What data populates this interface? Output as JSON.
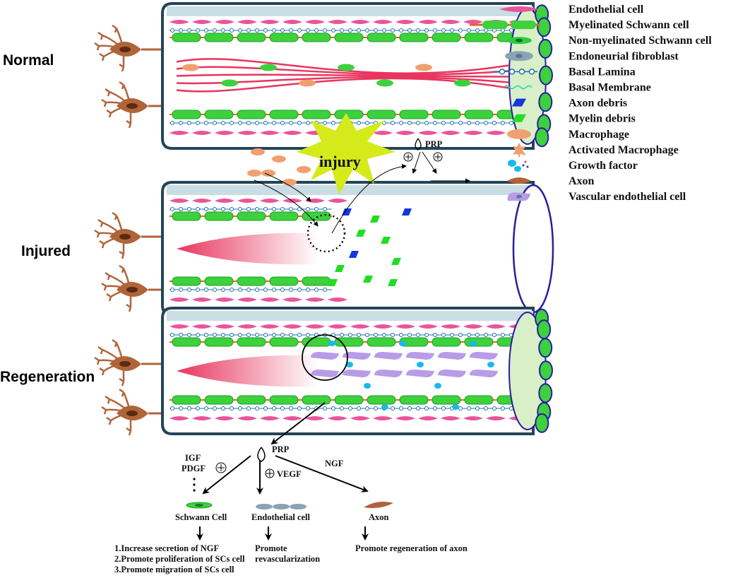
{
  "stages": {
    "normal": "Normal",
    "injured": "Injured",
    "regeneration": "Regeneration"
  },
  "injury_label": "injury",
  "prp_label": "PRP",
  "legend": [
    {
      "label": "Endothelial cell",
      "icon": "endothelial-cell-icon",
      "color": "#e9559a"
    },
    {
      "label": "Myelinated Schwann cell",
      "icon": "myelinated-schwann-cell-icon",
      "color": "#3dd13d"
    },
    {
      "label": "Non-myelinated Schwann cell",
      "icon": "non-myelinated-schwann-cell-icon",
      "color": "#2ecc40"
    },
    {
      "label": "Endoneurial fibroblast",
      "icon": "endoneurial-fibroblast-icon",
      "color": "#8aa3b5"
    },
    {
      "label": "Basal Lamina",
      "icon": "basal-lamina-icon",
      "color": "#1f6fb0"
    },
    {
      "label": "Basal Membrane",
      "icon": "basal-membrane-icon",
      "color": "#19d6a8"
    },
    {
      "label": "Axon debris",
      "icon": "axon-debris-icon",
      "color": "#1537e0"
    },
    {
      "label": "Myelin debris",
      "icon": "myelin-debris-icon",
      "color": "#22dd22"
    },
    {
      "label": "Macrophage",
      "icon": "macrophage-icon",
      "color": "#f0a070"
    },
    {
      "label": "Activated Macrophage",
      "icon": "activated-macrophage-icon",
      "color": "#f0a070"
    },
    {
      "label": "Growth factor",
      "icon": "growth-factor-icon",
      "color": "#19b8f0"
    },
    {
      "label": "Axon",
      "icon": "axon-icon",
      "color": "#b0643a"
    },
    {
      "label": "Vascular endothelial cell",
      "icon": "vascular-endothelial-cell-icon",
      "color": "#b99be8"
    }
  ],
  "bottom": {
    "prp": "PRP",
    "igf": "IGF",
    "pdgf": "PDGF",
    "vegf": "VEGF",
    "ngf": "NGF",
    "schwann_cell": "Schwann Cell",
    "endothelial_cell": "Endothelial cell",
    "axon": "Axon",
    "schwann_effects": [
      "1.Increase secretion of NGF",
      "2.Promote proliferation of SCs cell",
      "3.Promote migration of SCs cell"
    ],
    "endothelial_effects": [
      "Promote",
      "revascularization"
    ],
    "axon_effects": [
      "Promote regeneration of axon"
    ]
  }
}
